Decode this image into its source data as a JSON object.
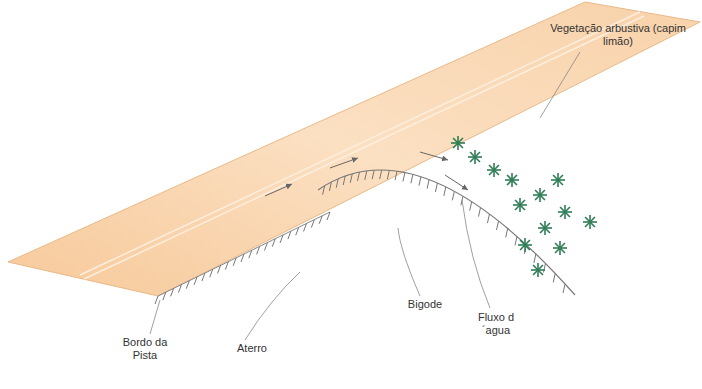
{
  "diagram": {
    "labels": [
      "Vegetação arbustiva (capim limão)",
      "Bigode",
      "Fluxo d´agua",
      "Bordo da Pista",
      "Aterro"
    ]
  }
}
